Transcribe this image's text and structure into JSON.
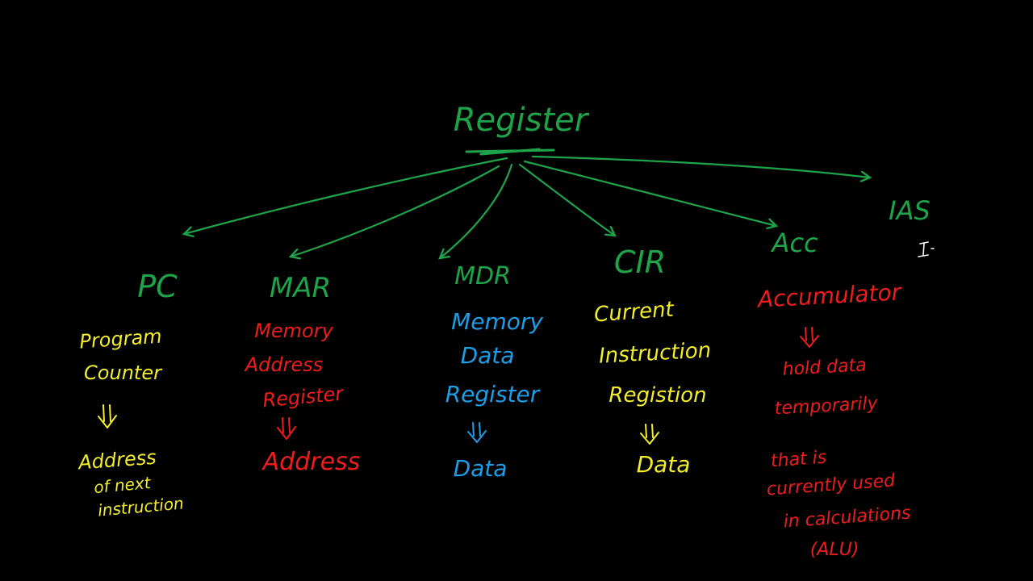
{
  "root": {
    "label": "Register"
  },
  "branches": [
    {
      "key": "pc",
      "abbr": "PC",
      "lines": [
        "Program",
        "Counter"
      ],
      "result": [
        "Address",
        "of next",
        "instruction"
      ]
    },
    {
      "key": "mar",
      "abbr": "MAR",
      "lines": [
        "Memory",
        "Address",
        "Register"
      ],
      "result": [
        "Address"
      ]
    },
    {
      "key": "mdr",
      "abbr": "MDR",
      "lines": [
        "Memory",
        "Data",
        "Register"
      ],
      "result": [
        "Data"
      ]
    },
    {
      "key": "cir",
      "abbr": "CIR",
      "lines": [
        "Current",
        "Instruction",
        "Registion"
      ],
      "result": [
        "Data"
      ]
    },
    {
      "key": "acc",
      "abbr": "Acc",
      "lines": [
        "Accumulator"
      ],
      "result": [
        "hold data",
        "temporarily"
      ],
      "extra": [
        "that is",
        "currently used",
        "in calculations",
        "(ALU)"
      ]
    },
    {
      "key": "ias",
      "abbr": "IAS"
    }
  ],
  "arrow_glyph": "⇓",
  "colors": {
    "background": "#000000",
    "green": "#1fa34a",
    "yellow": "#f2ee2a",
    "red": "#ee1c1c",
    "blue": "#1c9ee8"
  }
}
